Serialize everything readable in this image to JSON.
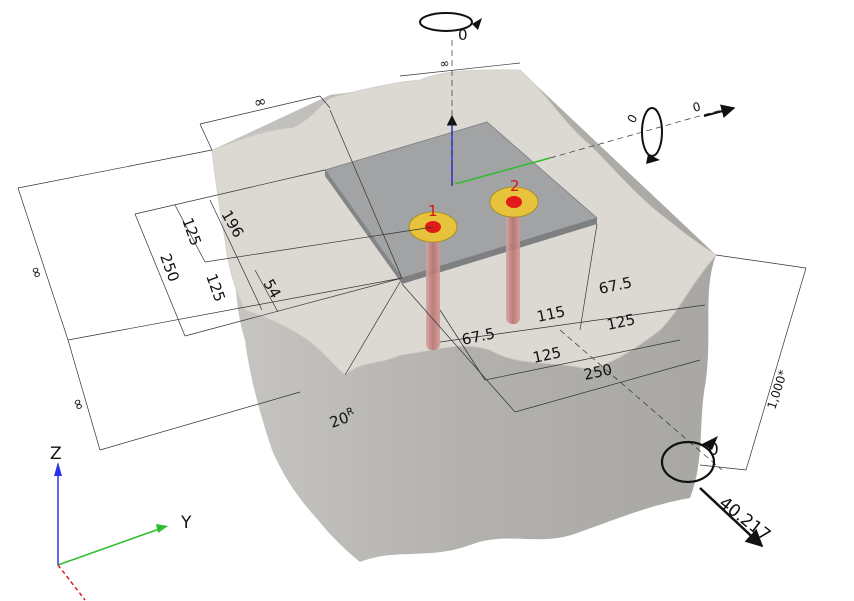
{
  "dimensions": {
    "top_inf": "∞",
    "upper_left_inf": "∞",
    "left_inf_top": "∞",
    "left_inf_bottom": "∞",
    "d125_a": "125",
    "d196": "196",
    "d250_left": "250",
    "d125_b": "125",
    "d54": "54",
    "d67_5_left": "67.5",
    "d115": "115",
    "d67_5_right": "67.5",
    "d125_c": "125",
    "d125_d": "125",
    "d250_bottom": "250",
    "d1000": "1,000*",
    "radius": "20",
    "radius_suffix": "R"
  },
  "anchors": {
    "anchor_1": "1",
    "anchor_2": "2"
  },
  "loads": {
    "moment_top": "0",
    "moment_right": "0",
    "force_right": "0",
    "moment_front": "0",
    "force_front": "40.217"
  },
  "axes": {
    "z": "Z",
    "y": "Y"
  },
  "colors": {
    "concrete_top": "#dedbd5",
    "concrete_side": "#b7b5b1",
    "plate": "#9a9c9d",
    "washer": "#e7c43a",
    "anchor_red": "#e01818",
    "rod": "#c48a88",
    "axis_z": "#2a32e8",
    "axis_y": "#2ebd2e",
    "axis_x": "#d02020"
  }
}
